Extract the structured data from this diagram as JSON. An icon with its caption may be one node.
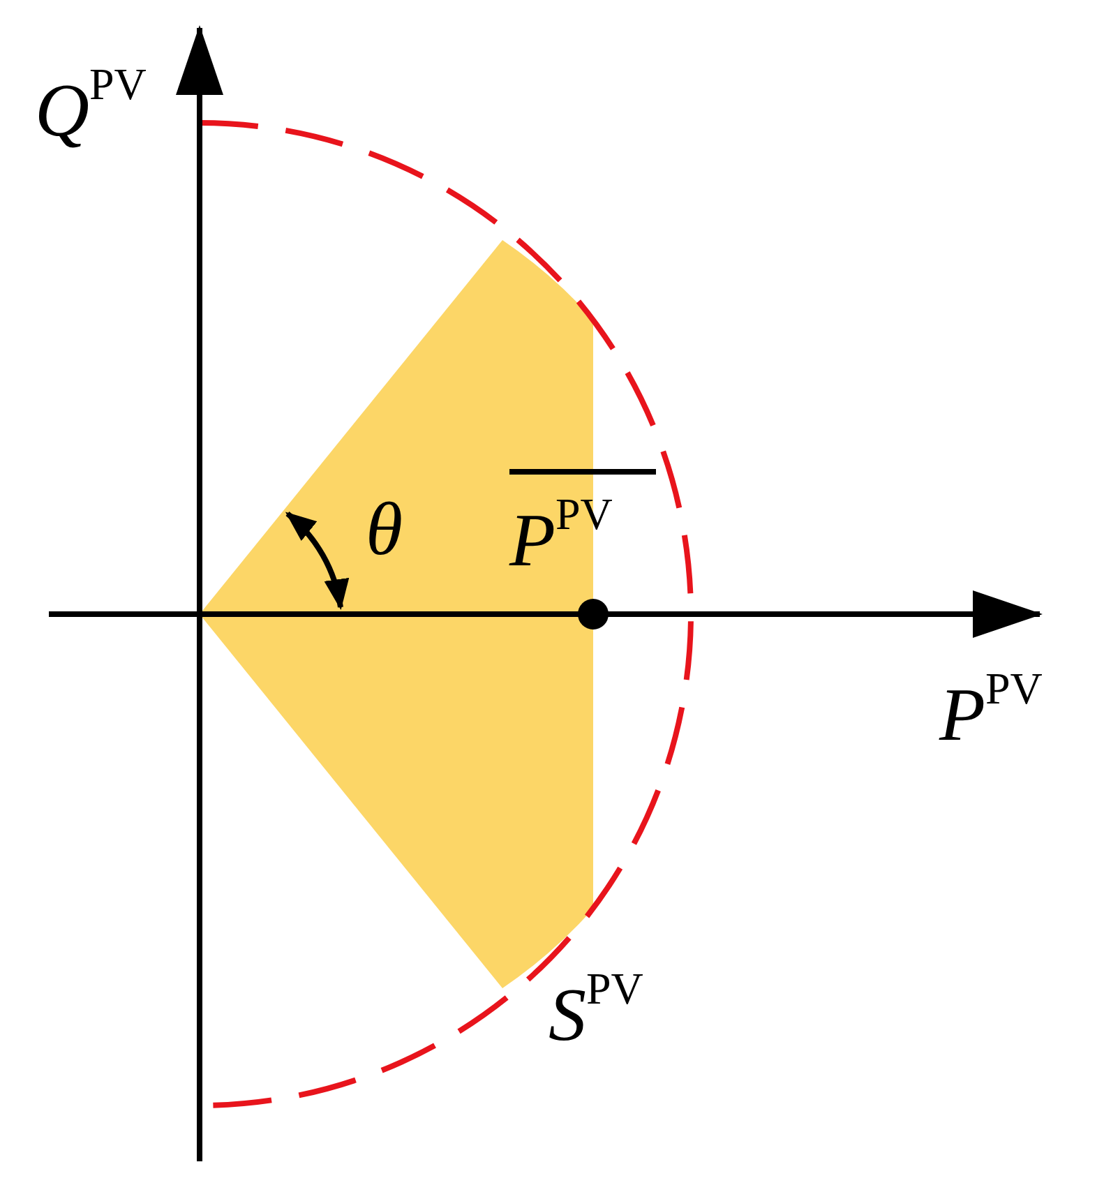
{
  "diagram": {
    "labels": [
      "*Q*$^{PV}$",
      "*θ*",
      "*P*$^{PV}$",
      "*P*$^{PV}$",
      "*S*$^{PV}$"
    ]
  }
}
